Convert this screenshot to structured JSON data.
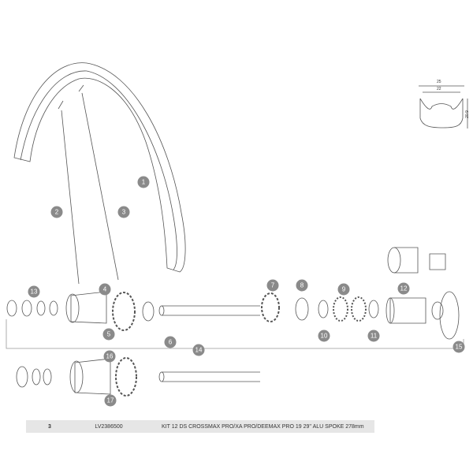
{
  "callouts": [
    "1",
    "2",
    "3",
    "4",
    "5",
    "6",
    "7",
    "8",
    "9",
    "10",
    "11",
    "12",
    "13",
    "14",
    "15",
    "16",
    "17"
  ],
  "rim_profile": {
    "outer_width": "25",
    "inner_width": "22",
    "height": "20.9"
  },
  "parts_table": {
    "rows": [
      {
        "qty": "3",
        "ref": "LV2386500",
        "description": "KIT 12 DS CROSSMAX PRO/XA PRO/DEEMAX PRO 19 29'' ALU SPOKE 278mm"
      }
    ]
  }
}
